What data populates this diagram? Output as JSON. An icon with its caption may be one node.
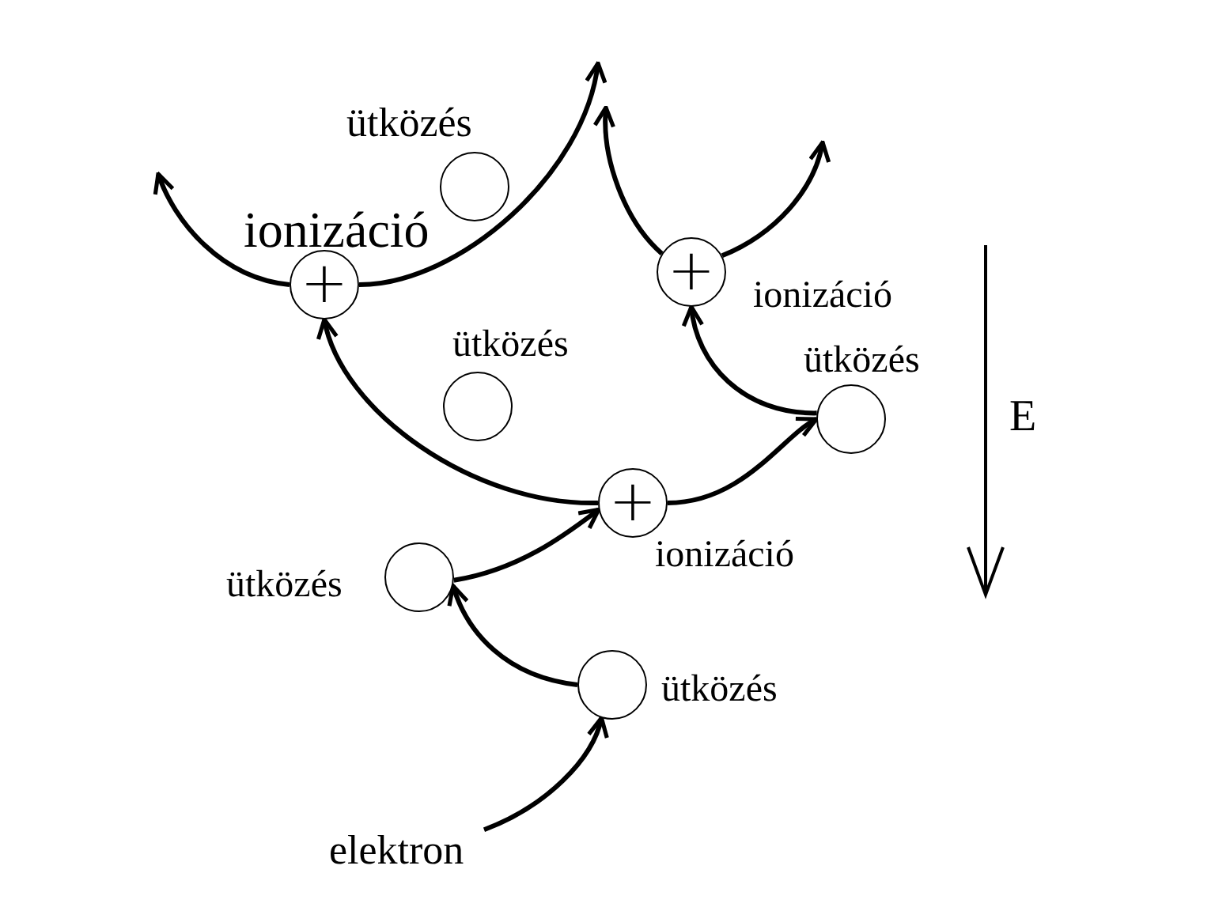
{
  "diagram": {
    "nodes": [
      {
        "text": [],
        "shape": "circle",
        "beside": [
          "ütközés"
        ]
      },
      {
        "text": [
          "+"
        ],
        "beside": [
          "ionizáció"
        ]
      },
      {
        "text": [
          "+"
        ],
        "beside": [
          "ionizáció"
        ]
      },
      {
        "text": [],
        "shape": "circle",
        "beside": [
          "ütközés"
        ]
      },
      {
        "text": [],
        "shape": "circle",
        "beside": [
          "ütközés"
        ]
      },
      {
        "text": [
          "+"
        ],
        "beside": [
          "ionizáció"
        ]
      },
      {
        "text": [],
        "shape": "circle",
        "beside": [
          "ütközés"
        ]
      },
      {
        "text": [],
        "shape": "circle",
        "beside": [
          "ütközés"
        ]
      },
      {
        "text": [
          "elektron"
        ]
      }
    ],
    "edges": [
      {
        "from": 8,
        "to": 7,
        "arrow": "to"
      },
      {
        "from": 7,
        "to": 6,
        "arrow": "to"
      },
      {
        "from": 6,
        "to": 5,
        "arrow": "to"
      },
      {
        "from": 5,
        "to": 1,
        "arrow": "to"
      },
      {
        "from": 5,
        "to": 4,
        "arrow": "to"
      },
      {
        "from": 4,
        "to": 2,
        "arrow": "to"
      },
      {
        "from": 1,
        "to": null,
        "arrow": "to"
      },
      {
        "from": 1,
        "to": null,
        "arrow": "to"
      },
      {
        "from": 2,
        "to": null,
        "arrow": "to"
      },
      {
        "from": 2,
        "to": null,
        "arrow": "to"
      }
    ],
    "labels": [
      "E"
    ]
  }
}
